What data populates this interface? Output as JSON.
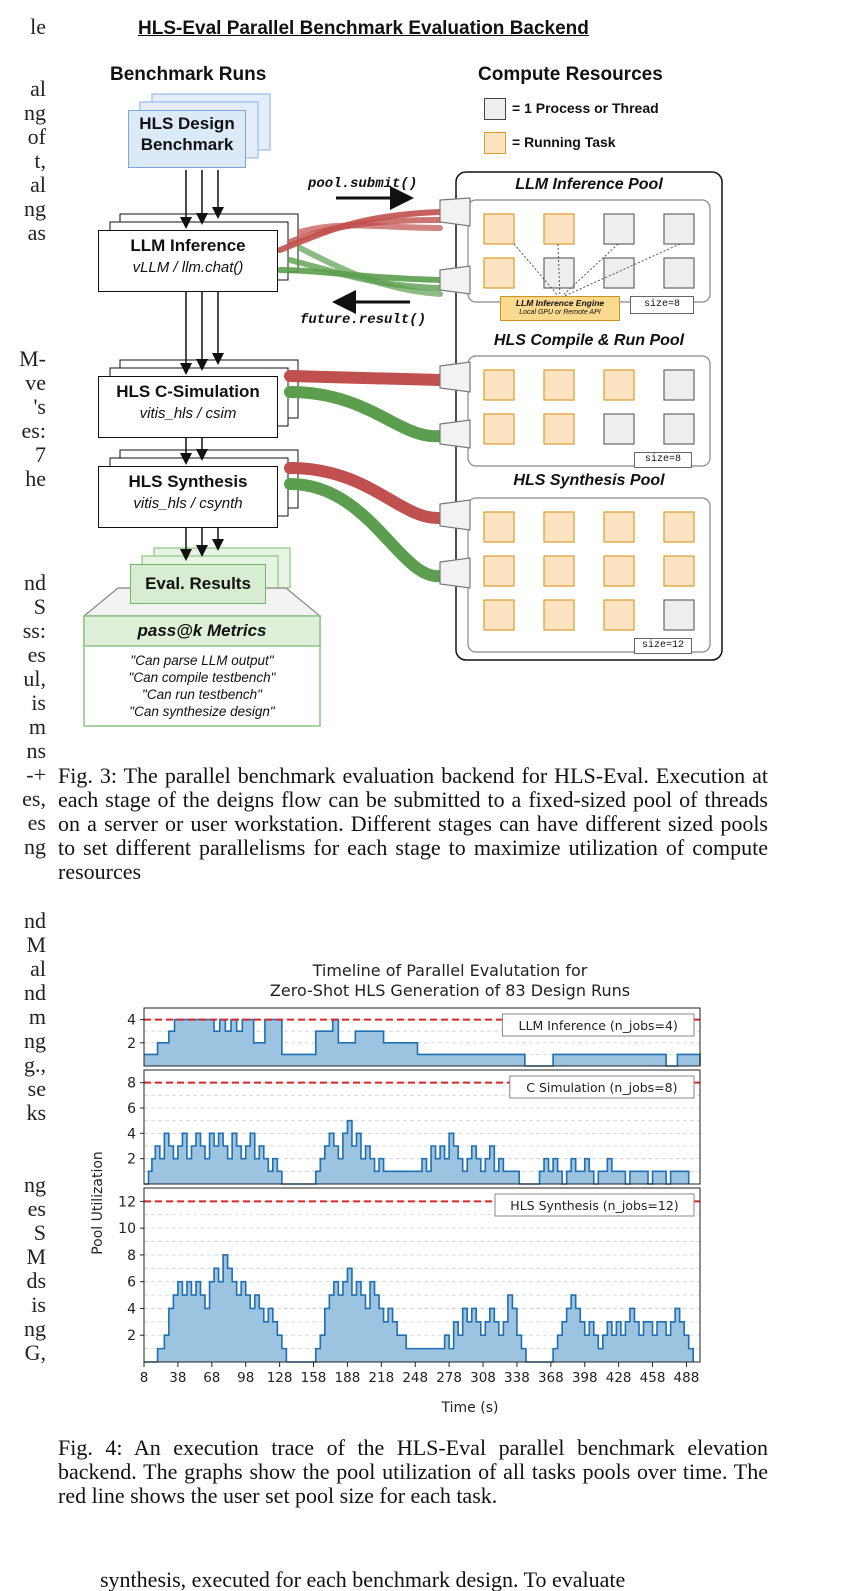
{
  "left_column_fragments": [
    "le",
    "al",
    "ng",
    "of",
    "t,",
    "al",
    "ng",
    "as",
    "M-",
    "ve",
    "'s",
    "es:",
    "7",
    "he",
    "nd",
    "S",
    "ss:",
    "es",
    "ul,",
    "is",
    "m",
    "ns",
    "-+",
    "es,",
    "es",
    "ng",
    "nd",
    "M",
    "al",
    "nd",
    "m",
    "ng",
    "g.,",
    "se",
    "ks",
    "ng",
    "es",
    "S",
    "M",
    "ds",
    "is",
    "ng",
    "G,"
  ],
  "diagram": {
    "title": "HLS-Eval Parallel Benchmark Evaluation Backend",
    "left_header": "Benchmark Runs",
    "right_header": "Compute Resources",
    "legend_process": "= 1 Process or Thread",
    "legend_running": "= Running Task",
    "design_box": [
      "HLS Design",
      "Benchmark"
    ],
    "stages": [
      {
        "title": "LLM Inference",
        "subtitle": "vLLM / llm.chat()"
      },
      {
        "title": "HLS C-Simulation",
        "subtitle": "vitis_hls / csim"
      },
      {
        "title": "HLS Synthesis",
        "subtitle": "vitis_hls / csynth"
      }
    ],
    "eval_results": "Eval. Results",
    "metrics_title": "pass@k Metrics",
    "metrics": [
      "\"Can parse LLM output\"",
      "\"Can compile testbench\"",
      "\"Can run testbench\"",
      "\"Can synthesize design\""
    ],
    "pool_submit": "pool.submit()",
    "future_result": "future.result()",
    "pools": [
      {
        "name": "LLM Inference Pool",
        "size": "size=8",
        "engine": "LLM Inference Engine",
        "engine_sub": "Local GPU or Remote API"
      },
      {
        "name": "HLS Compile & Run Pool",
        "size": "size=8"
      },
      {
        "name": "HLS Synthesis Pool",
        "size": "size=12"
      }
    ]
  },
  "fig3_caption": "Fig. 3: The parallel benchmark evaluation backend for HLS-Eval. Execution at each stage of the deigns flow can be submitted to a fixed-sized pool of threads on a server or user workstation. Different stages can have different sized pools to set different parallelisms for each stage to maximize utilization of compute resources",
  "chart_data": {
    "type": "area",
    "title": [
      "Timeline of Parallel Evalutation for",
      "Zero-Shot HLS Generation of 83 Design Runs"
    ],
    "xlabel": "Time (s)",
    "ylabel": "Pool Utilization",
    "xlim": [
      8,
      500
    ],
    "xticks": [
      8,
      38,
      68,
      98,
      128,
      158,
      188,
      218,
      248,
      278,
      308,
      338,
      368,
      398,
      428,
      458,
      488
    ],
    "colors": {
      "fill": "#9cc3e0",
      "line": "#1f6fb2",
      "limit": "#d62728"
    },
    "panels": [
      {
        "legend": "LLM Inference (n_jobs=4)",
        "limit": 4,
        "ylim": [
          0,
          5
        ],
        "yticks": [
          2,
          4
        ],
        "x": [
          8,
          15,
          20,
          25,
          30,
          35,
          70,
          75,
          80,
          85,
          90,
          95,
          105,
          115,
          130,
          150,
          160,
          175,
          180,
          190,
          195,
          210,
          220,
          240,
          250,
          260,
          330,
          340,
          345,
          360,
          370,
          380,
          390,
          420,
          440,
          470,
          480,
          490,
          500
        ],
        "y": [
          1,
          1,
          2,
          2,
          3,
          4,
          3,
          4,
          3,
          4,
          3,
          4,
          2,
          4,
          1,
          1,
          3,
          4,
          2,
          2,
          3,
          3,
          2,
          2,
          1,
          1,
          1,
          1,
          0,
          0,
          1,
          1,
          1,
          1,
          1,
          0,
          1,
          1,
          0
        ]
      },
      {
        "legend": "C Simulation (n_jobs=8)",
        "limit": 8,
        "ylim": [
          0,
          9
        ],
        "yticks": [
          2,
          4,
          6,
          8
        ],
        "x": [
          8,
          12,
          15,
          18,
          22,
          26,
          30,
          34,
          38,
          42,
          46,
          50,
          54,
          58,
          62,
          66,
          70,
          74,
          78,
          82,
          86,
          90,
          94,
          98,
          102,
          106,
          110,
          114,
          118,
          122,
          126,
          130,
          160,
          164,
          168,
          172,
          176,
          180,
          184,
          188,
          192,
          196,
          200,
          204,
          208,
          212,
          216,
          220,
          250,
          254,
          258,
          262,
          266,
          270,
          274,
          278,
          282,
          286,
          290,
          294,
          298,
          302,
          306,
          310,
          314,
          318,
          322,
          326,
          340,
          354,
          358,
          362,
          366,
          370,
          374,
          378,
          382,
          386,
          390,
          394,
          398,
          402,
          406,
          410,
          414,
          418,
          422,
          426,
          430,
          434,
          438,
          442,
          446,
          450,
          454,
          458,
          462,
          466,
          470,
          474,
          478,
          482,
          486,
          490
        ],
        "y": [
          0,
          1,
          2,
          3,
          2,
          4,
          3,
          2,
          3,
          4,
          2,
          3,
          4,
          3,
          2,
          4,
          3,
          4,
          3,
          2,
          4,
          3,
          2,
          3,
          4,
          2,
          3,
          2,
          1,
          2,
          1,
          0,
          1,
          2,
          3,
          4,
          3,
          2,
          4,
          5,
          3,
          4,
          2,
          3,
          2,
          1,
          2,
          1,
          1,
          2,
          1,
          3,
          2,
          3,
          2,
          4,
          3,
          2,
          1,
          2,
          3,
          2,
          1,
          2,
          3,
          1,
          2,
          1,
          0,
          0,
          1,
          2,
          1,
          2,
          1,
          0,
          1,
          2,
          1,
          1,
          2,
          1,
          0,
          1,
          1,
          2,
          1,
          1,
          1,
          0,
          1,
          1,
          1,
          1,
          0,
          1,
          1,
          1,
          0,
          1,
          1,
          1,
          1,
          0
        ]
      },
      {
        "legend": "HLS Synthesis (n_jobs=12)",
        "limit": 12,
        "ylim": [
          0,
          13
        ],
        "yticks": [
          2,
          4,
          6,
          8,
          10,
          12
        ],
        "x": [
          8,
          14,
          20,
          26,
          30,
          34,
          38,
          42,
          46,
          50,
          54,
          58,
          62,
          66,
          70,
          74,
          78,
          82,
          86,
          90,
          94,
          98,
          102,
          106,
          110,
          114,
          118,
          122,
          126,
          130,
          134,
          160,
          164,
          168,
          172,
          176,
          180,
          184,
          188,
          192,
          196,
          200,
          204,
          208,
          212,
          216,
          220,
          224,
          228,
          232,
          236,
          240,
          270,
          274,
          278,
          282,
          286,
          290,
          294,
          298,
          302,
          306,
          310,
          314,
          318,
          322,
          326,
          330,
          334,
          338,
          342,
          346,
          350,
          370,
          374,
          378,
          382,
          386,
          390,
          394,
          398,
          402,
          406,
          410,
          414,
          418,
          422,
          426,
          430,
          434,
          438,
          442,
          446,
          450,
          454,
          458,
          462,
          466,
          470,
          474,
          478,
          482,
          486,
          490,
          494
        ],
        "y": [
          0,
          0,
          1,
          2,
          4,
          5,
          6,
          5,
          6,
          5,
          6,
          5,
          4,
          6,
          7,
          6,
          8,
          7,
          6,
          5,
          6,
          5,
          4,
          5,
          4,
          3,
          4,
          3,
          2,
          1,
          0,
          1,
          2,
          4,
          5,
          6,
          5,
          6,
          7,
          5,
          6,
          5,
          4,
          6,
          5,
          4,
          3,
          4,
          3,
          2,
          2,
          1,
          1,
          2,
          1,
          3,
          2,
          4,
          3,
          4,
          3,
          2,
          3,
          4,
          3,
          2,
          3,
          5,
          4,
          2,
          1,
          0,
          0,
          1,
          2,
          3,
          4,
          5,
          4,
          3,
          2,
          3,
          2,
          1,
          2,
          3,
          2,
          3,
          2,
          3,
          4,
          3,
          2,
          3,
          3,
          2,
          3,
          3,
          2,
          3,
          4,
          3,
          2,
          1,
          0
        ]
      }
    ]
  },
  "fig4_caption": "Fig. 4: An execution trace of the HLS-Eval parallel benchmark elevation backend. The graphs show the pool utilization of all tasks pools over time. The red line shows the user set pool size for each task.",
  "bottom_text": "synthesis, executed for each benchmark design. To evaluate"
}
